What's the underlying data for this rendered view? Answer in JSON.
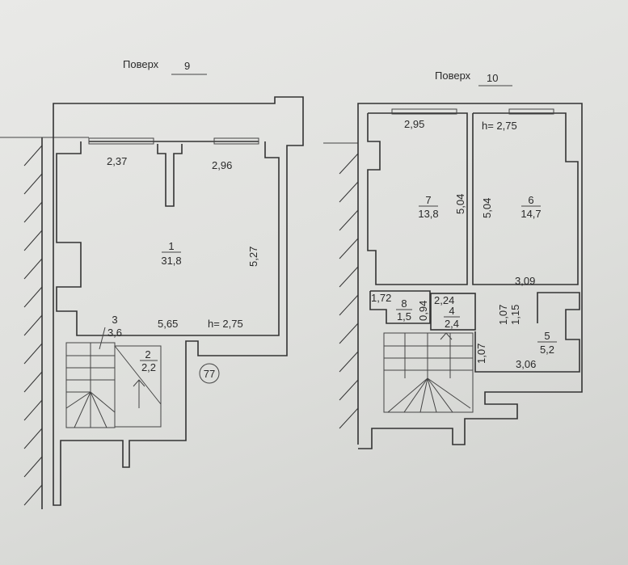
{
  "floor9": {
    "label": "Поверх",
    "number": "9",
    "rooms": [
      {
        "id": "1",
        "area": "31,8"
      },
      {
        "id": "2",
        "area": "2,2"
      },
      {
        "id": "3",
        "area": "3,6"
      }
    ],
    "dimensions": [
      "2,37",
      "2,96",
      "5,27",
      "5,65"
    ],
    "height": "h= 2,75",
    "apartment_number": "77"
  },
  "floor10": {
    "label": "Поверх",
    "number": "10",
    "rooms": [
      {
        "id": "7",
        "area": "13,8"
      },
      {
        "id": "6",
        "area": "14,7"
      },
      {
        "id": "8",
        "area": "1,5"
      },
      {
        "id": "4",
        "area": "2,4"
      },
      {
        "id": "5",
        "area": "5,2"
      }
    ],
    "dimensions": [
      "2,95",
      "5,04",
      "5,04",
      "3,09",
      "1,72",
      "0,94",
      "2,24",
      "1,07",
      "1,15",
      "1,07",
      "3,06"
    ],
    "height": "h= 2,75"
  }
}
